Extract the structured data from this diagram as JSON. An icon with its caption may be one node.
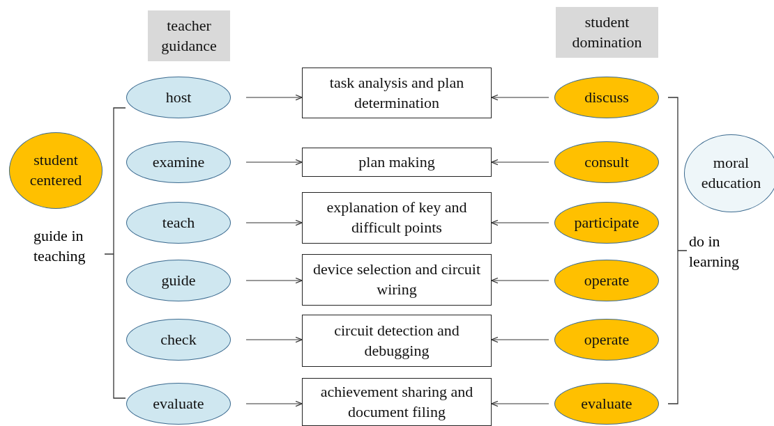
{
  "diagram": {
    "nodes": [
      {
        "text": [
          "teacher guidance"
        ]
      },
      {
        "text": [
          "student domination"
        ]
      },
      {
        "text": [
          "student centered"
        ]
      },
      {
        "text": [
          "moral education"
        ]
      },
      {
        "text": [
          "host"
        ]
      },
      {
        "text": [
          "examine"
        ]
      },
      {
        "text": [
          "teach"
        ]
      },
      {
        "text": [
          "guide"
        ]
      },
      {
        "text": [
          "check"
        ]
      },
      {
        "text": [
          "evaluate"
        ]
      },
      {
        "text": [
          "task analysis and plan determination"
        ]
      },
      {
        "text": [
          "plan making"
        ]
      },
      {
        "text": [
          "explanation  of key and difficult points"
        ]
      },
      {
        "text": [
          "device selection and circuit wiring"
        ]
      },
      {
        "text": [
          "circuit detection and debugging"
        ]
      },
      {
        "text": [
          "achievement sharing and document filing"
        ]
      },
      {
        "text": [
          "discuss"
        ]
      },
      {
        "text": [
          "consult"
        ]
      },
      {
        "text": [
          "participate"
        ]
      },
      {
        "text": [
          "operate"
        ]
      },
      {
        "text": [
          "operate"
        ]
      },
      {
        "text": [
          "evaluate"
        ]
      }
    ],
    "edges": [
      {
        "from": 4,
        "to": 10,
        "arrow": "to"
      },
      {
        "from": 16,
        "to": 10,
        "arrow": "to"
      },
      {
        "from": 5,
        "to": 11,
        "arrow": "to"
      },
      {
        "from": 17,
        "to": 11,
        "arrow": "to"
      },
      {
        "from": 6,
        "to": 12,
        "arrow": "to"
      },
      {
        "from": 18,
        "to": 12,
        "arrow": "to"
      },
      {
        "from": 7,
        "to": 13,
        "arrow": "to"
      },
      {
        "from": 19,
        "to": 13,
        "arrow": "to"
      },
      {
        "from": 8,
        "to": 14,
        "arrow": "to"
      },
      {
        "from": 20,
        "to": 14,
        "arrow": "to"
      },
      {
        "from": 9,
        "to": 15,
        "arrow": "to"
      },
      {
        "from": 21,
        "to": 15,
        "arrow": "to"
      }
    ],
    "labels": [
      "guide in teaching",
      "do in learning"
    ]
  }
}
